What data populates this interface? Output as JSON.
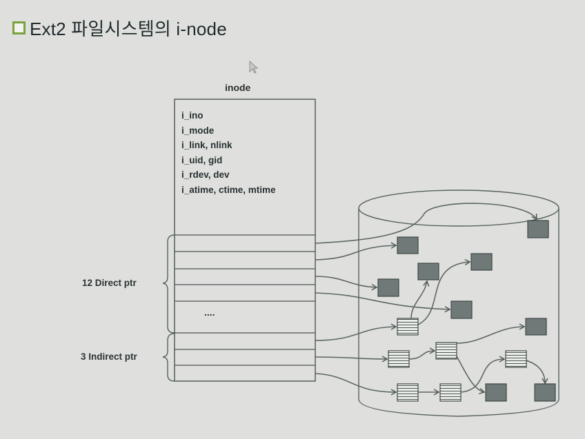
{
  "slide": {
    "title": "Ext2 파일시스템의 i-node",
    "bullet_color": "#7ba23a"
  },
  "inode": {
    "label": "inode",
    "fields": [
      "i_ino",
      "i_mode",
      "i_link, nlink",
      "i_uid, gid",
      "i_rdev, dev",
      "i_atime, ctime, mtime"
    ],
    "ellipsis": "....",
    "direct_label": "12 Direct ptr",
    "indirect_label": "3 Indirect ptr"
  },
  "disk": {
    "data_block_color": "#6f7a78",
    "index_block_color": "#e9ebe8",
    "data_blocks": [
      "block-top-right",
      "block-a",
      "block-b",
      "block-c",
      "block-d",
      "block-e",
      "block-f",
      "block-g",
      "block-h"
    ],
    "index_blocks": [
      "index-1",
      "index-2",
      "index-3",
      "index-4",
      "index-5",
      "index-6"
    ]
  }
}
